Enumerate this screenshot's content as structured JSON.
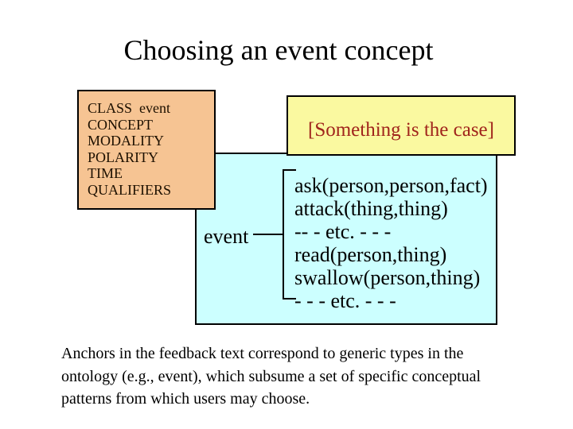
{
  "slide": {
    "title": "Choosing an event concept",
    "class_box": {
      "lines": [
        "CLASS  event",
        "CONCEPT",
        "MODALITY",
        "POLARITY",
        "TIME",
        "QUALIFIERS"
      ]
    },
    "feedback_box": {
      "text": "[Something is the case]"
    },
    "ontology_box": {
      "anchor_label": "event",
      "patterns": [
        "ask(person,person,fact)",
        "attack(thing,thing)",
        "-- - etc. - - -",
        "read(person,thing)",
        "swallow(person,thing)",
        "- - - etc. - - -"
      ]
    },
    "caption_lines": [
      "Anchors in the feedback text correspond to generic types in the",
      "ontology (e.g., event), which subsume a set of specific conceptual",
      "patterns from which users may choose."
    ],
    "colors": {
      "background": "#FFFFFF",
      "class_box_fill": "#F6C493",
      "feedback_box_fill": "#FAF9A0",
      "ontology_box_fill": "#CCFFFF",
      "feedback_text": "#A0241C",
      "border": "#000000",
      "body_text": "#000000"
    }
  }
}
